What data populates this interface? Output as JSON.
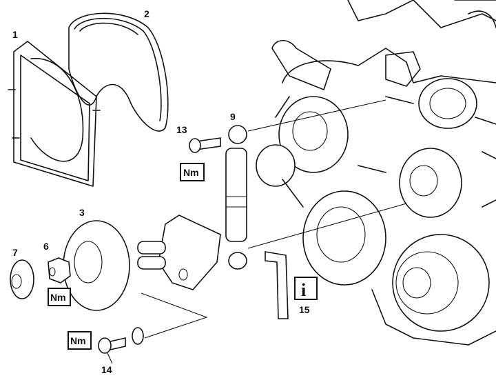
{
  "title": "Belt tensioner exploded view",
  "callouts": {
    "c1": "1",
    "c2": "2",
    "c3": "3",
    "c6": "6",
    "c7": "7",
    "c9": "9",
    "c13": "13",
    "c14": "14",
    "c15": "15"
  },
  "torque_label": "Nm",
  "info_label": "i",
  "colors": {
    "line": "#111111",
    "background": "#ffffff"
  }
}
